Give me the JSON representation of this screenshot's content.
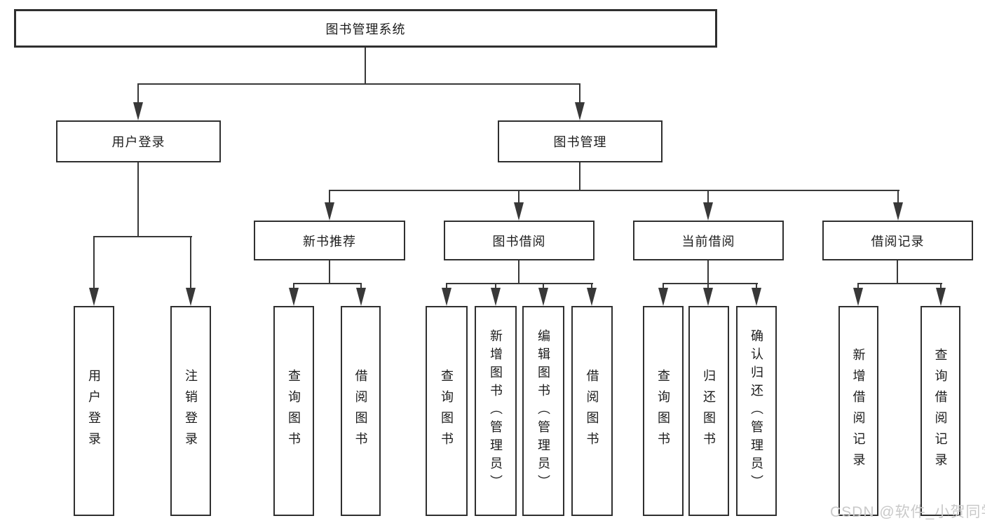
{
  "diagram_type": "hierarchy-tree",
  "root": {
    "label": "图书管理系统"
  },
  "branches": {
    "user_login": {
      "label": "用户登录",
      "children": {
        "login": {
          "label": "用户登录"
        },
        "logout": {
          "label": "注销登录"
        }
      }
    },
    "book_management": {
      "label": "图书管理",
      "children": {
        "new_book_recommend": {
          "label": "新书推荐",
          "children": {
            "query_book": {
              "label": "查询图书"
            },
            "borrow_book": {
              "label": "借阅图书"
            }
          }
        },
        "book_borrow": {
          "label": "图书借阅",
          "children": {
            "query_book": {
              "label": "查询图书"
            },
            "add_book": {
              "label": "新增图书（管理员）"
            },
            "edit_book": {
              "label": "编辑图书（管理员）"
            },
            "borrow_book": {
              "label": "借阅图书"
            }
          }
        },
        "current_borrow": {
          "label": "当前借阅",
          "children": {
            "query_book": {
              "label": "查询图书"
            },
            "return_book": {
              "label": "归还图书"
            },
            "confirm_return": {
              "label": "确认归还（管理员）"
            }
          }
        },
        "borrow_records": {
          "label": "借阅记录",
          "children": {
            "add_record": {
              "label": "新增借阅记录"
            },
            "query_record": {
              "label": "查询借阅记录"
            }
          }
        }
      }
    }
  },
  "watermark": {
    "text": "CSDN @软件_小贺同学"
  },
  "colors": {
    "line": "#383838",
    "border": "#2f2f2f",
    "text": "#1c1c1c",
    "background": "#ffffff",
    "watermark": "#c9c9c9"
  }
}
